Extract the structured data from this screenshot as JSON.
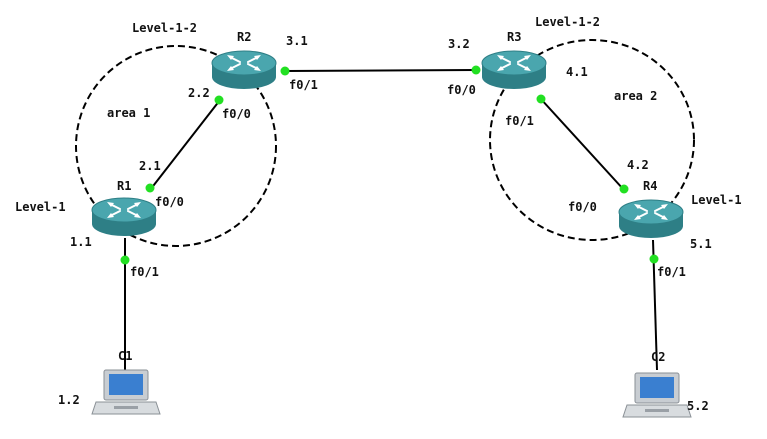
{
  "areas": [
    {
      "id": "area1",
      "label": "area 1"
    },
    {
      "id": "area2",
      "label": "area 2"
    }
  ],
  "routers": [
    {
      "id": "R1",
      "name": "R1",
      "level": "Level-1"
    },
    {
      "id": "R2",
      "name": "R2",
      "level": "Level-1-2"
    },
    {
      "id": "R3",
      "name": "R3",
      "level": "Level-1-2"
    },
    {
      "id": "R4",
      "name": "R4",
      "level": "Level-1"
    }
  ],
  "pcs": [
    {
      "id": "C1",
      "name": "C1",
      "ip": "1.2"
    },
    {
      "id": "C2",
      "name": "C2",
      "ip": "5.2"
    }
  ],
  "links": [
    {
      "id": "r1-c1",
      "a_ip": "1.1",
      "a_if": "f0/1"
    },
    {
      "id": "r1-r2",
      "a_ip": "2.1",
      "a_if": "f0/0",
      "b_ip": "2.2",
      "b_if": "f0/0"
    },
    {
      "id": "r2-r3",
      "a_ip": "3.1",
      "a_if": "f0/1",
      "b_ip": "3.2",
      "b_if": "f0/0"
    },
    {
      "id": "r3-r4",
      "a_ip": "4.1",
      "a_if": "f0/1",
      "b_ip": "4.2",
      "b_if": "f0/0"
    },
    {
      "id": "r4-c2",
      "a_ip": "5.1",
      "a_if": "f0/1"
    }
  ],
  "colors": {
    "router_top": "#4aa6ae",
    "router_side": "#2e7f86",
    "port_dot": "#22e022",
    "line": "#000000",
    "area_border": "#000000"
  }
}
